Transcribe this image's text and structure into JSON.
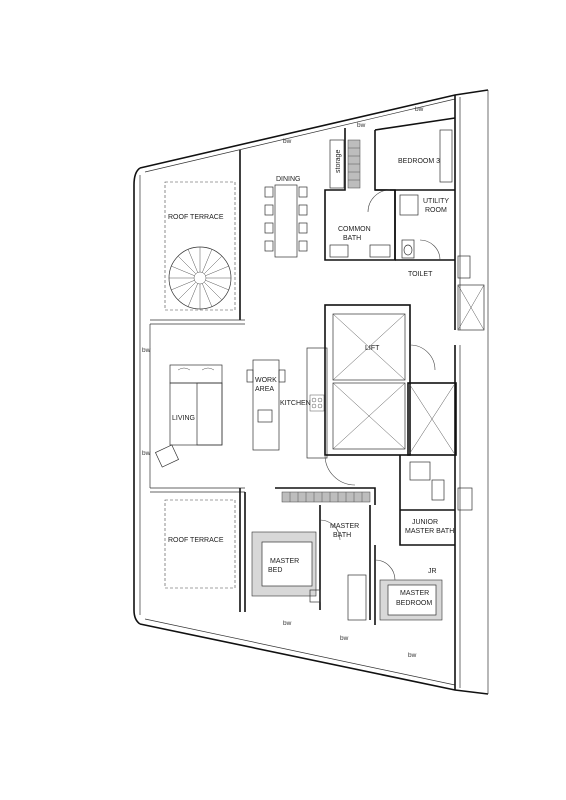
{
  "labels": {
    "dining": "DINING",
    "storage": "storage",
    "bedroom3": "BEDROOM 3",
    "utility_line1": "UTILITY",
    "utility_line2": "ROOM",
    "common_line1": "COMMON",
    "common_line2": "BATH",
    "toilet": "TOILET",
    "roof_terrace_top": "ROOF TERRACE",
    "roof_terrace_bottom": "ROOF TERRACE",
    "lift": "LIFT",
    "work_line1": "WORK",
    "work_line2": "AREA",
    "kitchen": "KITCHEN",
    "living": "LIVING",
    "master_bath_line1": "MASTER",
    "master_bath_line2": "BATH",
    "junior_bath_line1": "JUNIOR",
    "junior_bath_line2": "MASTER BATH",
    "master_bed_line1": "MASTER",
    "master_bed_line2": "BED",
    "jr_master_bed_line1": "JR",
    "jr_master_bed_line2": "MASTER",
    "jr_master_bed_line3": "BEDROOM"
  },
  "bay_windows": [
    "bw",
    "bw",
    "bw",
    "bw",
    "bw",
    "bw",
    "bw",
    "bw"
  ]
}
